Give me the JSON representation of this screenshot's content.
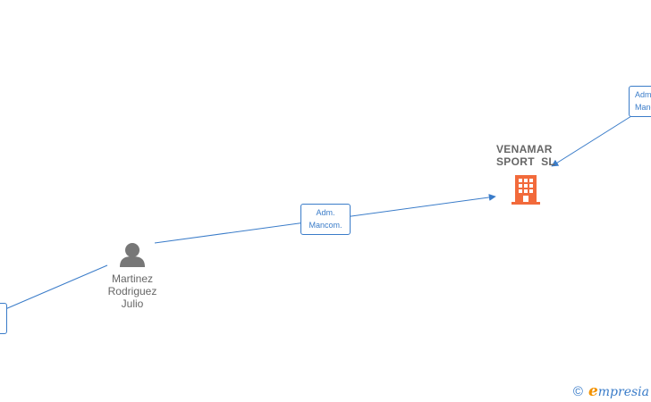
{
  "nodes": {
    "company": {
      "name_line1": "VENAMAR",
      "name_line2": "SPORT  SL"
    },
    "person": {
      "line1": "Martinez",
      "line2": "Rodriguez",
      "line3": "Julio"
    }
  },
  "edges": {
    "person_to_company": {
      "line1": "Adm.",
      "line2": "Mancom."
    },
    "top_right_to_company": {
      "line1": "Adm.",
      "line2": "Manc."
    }
  },
  "footer": {
    "copyright_symbol": "©",
    "brand_initial": "e",
    "brand_rest": "mpresia"
  },
  "colors": {
    "edge": "#3a7cc9",
    "company_icon": "#f26a3b",
    "person_icon": "#777777",
    "label": "#666666",
    "brand_accent": "#f39200"
  }
}
